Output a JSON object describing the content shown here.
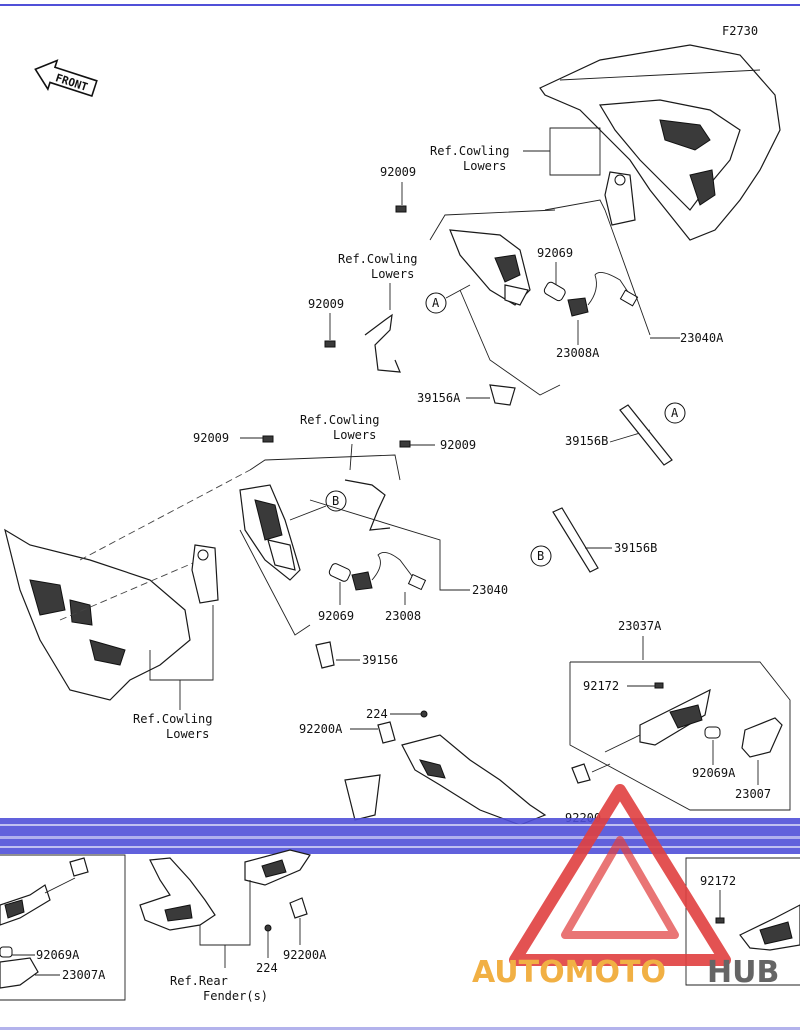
{
  "figure_code": "F2730",
  "front_label": "FRONT",
  "callouts": {
    "a": "A",
    "b": "B"
  },
  "parts": {
    "p92009_a": "92009",
    "p92009_b": "92009",
    "p92009_c": "92009",
    "p92009_d": "92009",
    "p92069_a": "92069",
    "p92069_b": "92069",
    "p92069A_a": "92069A",
    "p92069A_b": "92069A",
    "p23008A": "23008A",
    "p23008": "23008",
    "p23040A": "23040A",
    "p23040": "23040",
    "p39156A": "39156A",
    "p39156B_a": "39156B",
    "p39156B_b": "39156B",
    "p39156": "39156",
    "p23037A": "23037A",
    "p92172_a": "92172",
    "p92172_b": "92172",
    "p224_a": "224",
    "p224_b": "224",
    "p92200A_a": "92200A",
    "p92200A_b": "92200A",
    "p23007": "23007",
    "p23007A": "23007A",
    "p92200_partial": "92200"
  },
  "refs": {
    "cowling_1": [
      "Ref.Cowling",
      "Lowers"
    ],
    "cowling_2": [
      "Ref.Cowling",
      "Lowers"
    ],
    "cowling_3": [
      "Ref.Cowling",
      "Lowers"
    ],
    "cowling_4": [
      "Ref.Cowling",
      "Lowers"
    ],
    "rear_fender": [
      "Ref.Rear",
      "Fender(s)"
    ]
  },
  "watermark": {
    "text_a": "AUTOMOTO",
    "text_b": "HUB",
    "color_a": "#f0a830",
    "color_b": "#555555",
    "logo_color": "#e04040"
  },
  "colors": {
    "scan_band": "#5050d8",
    "ink": "#111111"
  }
}
